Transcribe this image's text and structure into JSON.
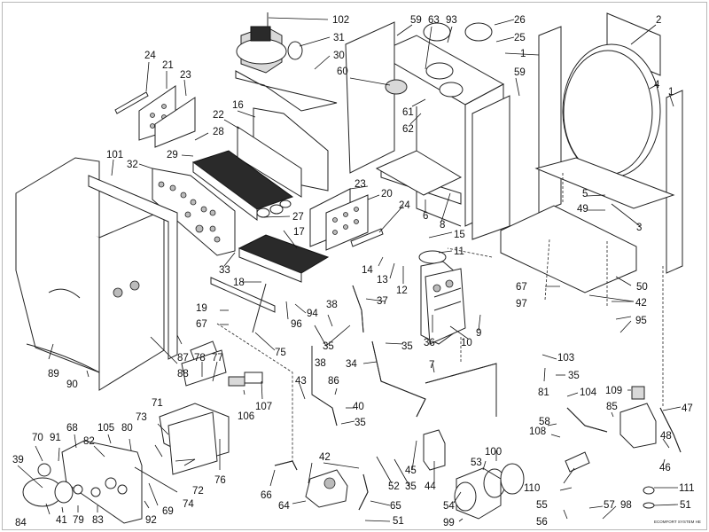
{
  "diagram": {
    "type": "exploded-parts-diagram",
    "footer_text": "ECOMFORT SYSTEM HE",
    "labels": [
      {
        "id": "102",
        "text": "102"
      },
      {
        "id": "31",
        "text": "31"
      },
      {
        "id": "30",
        "text": "30"
      },
      {
        "id": "60",
        "text": "60"
      },
      {
        "id": "59a",
        "text": "59"
      },
      {
        "id": "63",
        "text": "63"
      },
      {
        "id": "93",
        "text": "93"
      },
      {
        "id": "26",
        "text": "26"
      },
      {
        "id": "25",
        "text": "25"
      },
      {
        "id": "2",
        "text": "2"
      },
      {
        "id": "1a",
        "text": "1"
      },
      {
        "id": "59b",
        "text": "59"
      },
      {
        "id": "4",
        "text": "4"
      },
      {
        "id": "1b",
        "text": "1"
      },
      {
        "id": "61",
        "text": "61"
      },
      {
        "id": "62",
        "text": "62"
      },
      {
        "id": "24a",
        "text": "24"
      },
      {
        "id": "21",
        "text": "21"
      },
      {
        "id": "23a",
        "text": "23"
      },
      {
        "id": "16",
        "text": "16"
      },
      {
        "id": "22",
        "text": "22"
      },
      {
        "id": "28",
        "text": "28"
      },
      {
        "id": "29",
        "text": "29"
      },
      {
        "id": "101",
        "text": "101"
      },
      {
        "id": "32",
        "text": "32"
      },
      {
        "id": "27",
        "text": "27"
      },
      {
        "id": "23b",
        "text": "23"
      },
      {
        "id": "20",
        "text": "20"
      },
      {
        "id": "24b",
        "text": "24"
      },
      {
        "id": "6",
        "text": "6"
      },
      {
        "id": "8",
        "text": "8"
      },
      {
        "id": "5",
        "text": "5"
      },
      {
        "id": "49",
        "text": "49"
      },
      {
        "id": "3",
        "text": "3"
      },
      {
        "id": "15",
        "text": "15"
      },
      {
        "id": "11",
        "text": "11"
      },
      {
        "id": "17",
        "text": "17"
      },
      {
        "id": "14",
        "text": "14"
      },
      {
        "id": "13",
        "text": "13"
      },
      {
        "id": "12",
        "text": "12"
      },
      {
        "id": "33",
        "text": "33"
      },
      {
        "id": "18",
        "text": "18"
      },
      {
        "id": "50",
        "text": "50"
      },
      {
        "id": "67a",
        "text": "67"
      },
      {
        "id": "42a",
        "text": "42"
      },
      {
        "id": "97",
        "text": "97"
      },
      {
        "id": "95",
        "text": "95"
      },
      {
        "id": "9",
        "text": "9"
      },
      {
        "id": "10",
        "text": "10"
      },
      {
        "id": "36",
        "text": "36"
      },
      {
        "id": "37",
        "text": "37"
      },
      {
        "id": "94",
        "text": "94"
      },
      {
        "id": "96",
        "text": "96"
      },
      {
        "id": "19",
        "text": "19"
      },
      {
        "id": "67b",
        "text": "67"
      },
      {
        "id": "38a",
        "text": "38"
      },
      {
        "id": "35a",
        "text": "35"
      },
      {
        "id": "35b",
        "text": "35"
      },
      {
        "id": "75",
        "text": "75"
      },
      {
        "id": "38b",
        "text": "38"
      },
      {
        "id": "34",
        "text": "34"
      },
      {
        "id": "87",
        "text": "87"
      },
      {
        "id": "88",
        "text": "88"
      },
      {
        "id": "89",
        "text": "89"
      },
      {
        "id": "90",
        "text": "90"
      },
      {
        "id": "78",
        "text": "78"
      },
      {
        "id": "77",
        "text": "77"
      },
      {
        "id": "106",
        "text": "106"
      },
      {
        "id": "107",
        "text": "107"
      },
      {
        "id": "43",
        "text": "43"
      },
      {
        "id": "86",
        "text": "86"
      },
      {
        "id": "40",
        "text": "40"
      },
      {
        "id": "35c",
        "text": "35"
      },
      {
        "id": "7",
        "text": "7"
      },
      {
        "id": "103",
        "text": "103"
      },
      {
        "id": "81",
        "text": "81"
      },
      {
        "id": "35d",
        "text": "35"
      },
      {
        "id": "104",
        "text": "104"
      },
      {
        "id": "109",
        "text": "109"
      },
      {
        "id": "47",
        "text": "47"
      },
      {
        "id": "85",
        "text": "85"
      },
      {
        "id": "58",
        "text": "58"
      },
      {
        "id": "108",
        "text": "108"
      },
      {
        "id": "48",
        "text": "48"
      },
      {
        "id": "46",
        "text": "46"
      },
      {
        "id": "71",
        "text": "71"
      },
      {
        "id": "73",
        "text": "73"
      },
      {
        "id": "105",
        "text": "105"
      },
      {
        "id": "80",
        "text": "80"
      },
      {
        "id": "82",
        "text": "82"
      },
      {
        "id": "68",
        "text": "68"
      },
      {
        "id": "91",
        "text": "91"
      },
      {
        "id": "70",
        "text": "70"
      },
      {
        "id": "39",
        "text": "39"
      },
      {
        "id": "72",
        "text": "72"
      },
      {
        "id": "76",
        "text": "76"
      },
      {
        "id": "74",
        "text": "74"
      },
      {
        "id": "69",
        "text": "69"
      },
      {
        "id": "84",
        "text": "84"
      },
      {
        "id": "41",
        "text": "41"
      },
      {
        "id": "79",
        "text": "79"
      },
      {
        "id": "83",
        "text": "83"
      },
      {
        "id": "92",
        "text": "92"
      },
      {
        "id": "66",
        "text": "66"
      },
      {
        "id": "42b",
        "text": "42"
      },
      {
        "id": "64",
        "text": "64"
      },
      {
        "id": "65",
        "text": "65"
      },
      {
        "id": "51a",
        "text": "51"
      },
      {
        "id": "52",
        "text": "52"
      },
      {
        "id": "35e",
        "text": "35"
      },
      {
        "id": "45",
        "text": "45"
      },
      {
        "id": "44",
        "text": "44"
      },
      {
        "id": "53",
        "text": "53"
      },
      {
        "id": "100",
        "text": "100"
      },
      {
        "id": "54",
        "text": "54"
      },
      {
        "id": "99",
        "text": "99"
      },
      {
        "id": "110",
        "text": "110"
      },
      {
        "id": "55",
        "text": "55"
      },
      {
        "id": "56",
        "text": "56"
      },
      {
        "id": "57",
        "text": "57"
      },
      {
        "id": "98",
        "text": "98"
      },
      {
        "id": "111",
        "text": "111"
      },
      {
        "id": "51b",
        "text": "51"
      }
    ]
  }
}
